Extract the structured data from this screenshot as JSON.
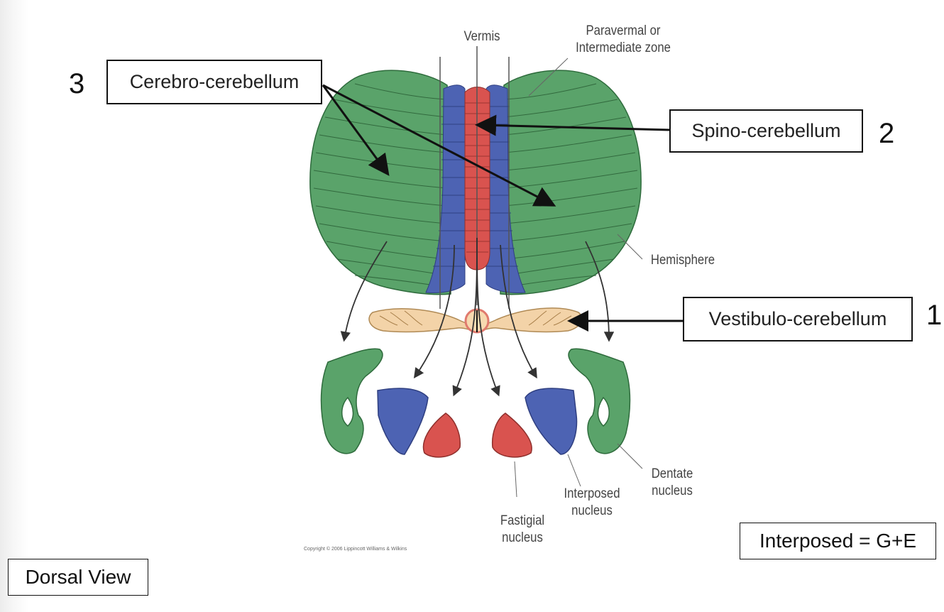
{
  "diagram": {
    "annotations": {
      "vermis": "Vermis",
      "paravermal": "Paravermal or\nIntermediate zone",
      "hemisphere": "Hemisphere",
      "dentate": "Dentate\nnucleus",
      "interposed": "Interposed\nnucleus",
      "fastigial": "Fastigial\nnucleus"
    },
    "copyright": "Copyright © 2006 Lippincott Williams & Wilkins"
  },
  "labels": {
    "cerebro": {
      "text": "Cerebro-cerebellum",
      "number": "3"
    },
    "spino": {
      "text": "Spino-cerebellum",
      "number": "2"
    },
    "vestibulo": {
      "text": "Vestibulo-cerebellum",
      "number": "1"
    }
  },
  "notes": {
    "interposed_eq": "Interposed = G+E",
    "view": "Dorsal View"
  },
  "colors": {
    "hemisphere_green": "#5aa36a",
    "intermediate_blue": "#4d63b3",
    "vermis_red": "#d9534f",
    "flocculus_tan": "#f3d3a8"
  }
}
